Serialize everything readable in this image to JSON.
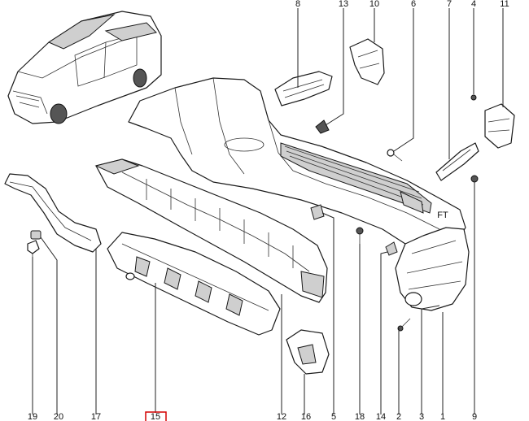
{
  "diagram": {
    "highlighted_part": "15",
    "callouts": [
      {
        "id": "c8",
        "label": "8"
      },
      {
        "id": "c13",
        "label": "13"
      },
      {
        "id": "c10",
        "label": "10"
      },
      {
        "id": "c6",
        "label": "6"
      },
      {
        "id": "c7",
        "label": "7"
      },
      {
        "id": "c4",
        "label": "4"
      },
      {
        "id": "c11",
        "label": "11"
      },
      {
        "id": "c19",
        "label": "19"
      },
      {
        "id": "c20",
        "label": "20"
      },
      {
        "id": "c17",
        "label": "17"
      },
      {
        "id": "c15",
        "label": "15"
      },
      {
        "id": "c12",
        "label": "12"
      },
      {
        "id": "c16",
        "label": "16"
      },
      {
        "id": "c5",
        "label": "5"
      },
      {
        "id": "c18",
        "label": "18"
      },
      {
        "id": "c14",
        "label": "14"
      },
      {
        "id": "c2",
        "label": "2"
      },
      {
        "id": "c3",
        "label": "3"
      },
      {
        "id": "c1",
        "label": "1"
      },
      {
        "id": "c9",
        "label": "9"
      }
    ],
    "highlight_color": "#d40000"
  }
}
